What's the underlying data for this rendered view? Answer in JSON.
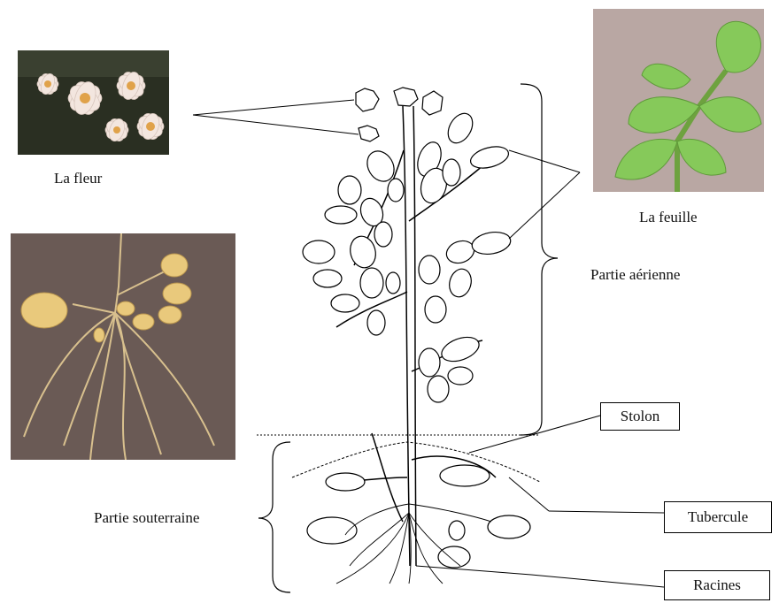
{
  "labels": {
    "flower": "La fleur",
    "leaf": "La feuille",
    "aerial": "Partie aérienne",
    "underground": "Partie souterraine",
    "stolon": "Stolon",
    "tuber": "Tubercule",
    "roots": "Racines"
  },
  "colors": {
    "flower_photo_bg": "#2a2f22",
    "flower_petal": "#f3e6df",
    "flower_center": "#e0a24a",
    "leaf_photo_bg": "#b9a7a3",
    "leaf_green": "#86c95a",
    "root_photo_bg": "#6a5a55",
    "tuber_color": "#e9c97c",
    "root_color": "#d8c08e",
    "line": "#000000"
  }
}
